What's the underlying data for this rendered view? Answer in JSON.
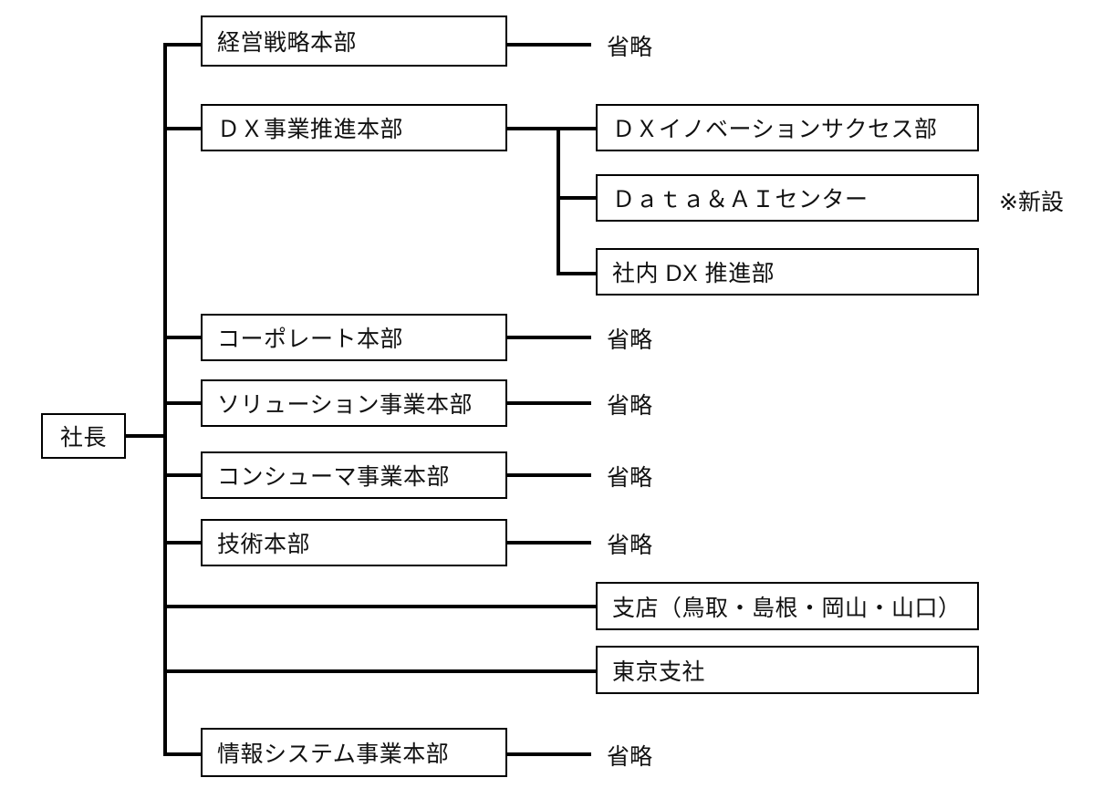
{
  "diagram": {
    "type": "organization-chart",
    "root": {
      "label": "社長"
    },
    "divisions": [
      {
        "label": "経営戦略本部",
        "child_note": "省略"
      },
      {
        "label": "ＤＸ事業推進本部",
        "child_note": null
      },
      {
        "label": "コーポレート本部",
        "child_note": "省略"
      },
      {
        "label": "ソリューション事業本部",
        "child_note": "省略"
      },
      {
        "label": "コンシューマ事業本部",
        "child_note": "省略"
      },
      {
        "label": "技術本部",
        "child_note": "省略"
      },
      {
        "label": "情報システム事業本部",
        "child_note": "省略"
      }
    ],
    "dx_departments": [
      {
        "label": "ＤＸイノベーションサクセス部",
        "annotation": null
      },
      {
        "label": "Ｄａｔａ＆ＡＩセンター",
        "annotation": "※新設"
      },
      {
        "label": "社内 DX 推進部",
        "annotation": null
      }
    ],
    "direct_units": [
      {
        "label": "支店（鳥取・島根・岡山・山口）"
      },
      {
        "label": "東京支社"
      }
    ],
    "omitted_label": "省略",
    "colors": {
      "line": "#000000",
      "box_border": "#000000",
      "background": "#ffffff",
      "text": "#111111"
    }
  }
}
